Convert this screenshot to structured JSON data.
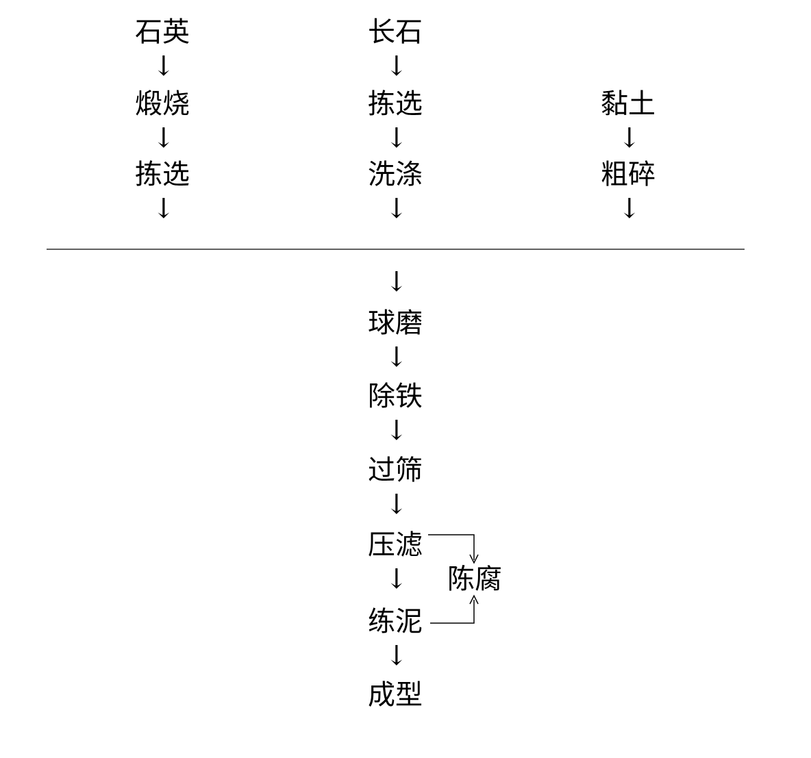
{
  "columns": {
    "quartz": {
      "steps": [
        "石英",
        "煅烧",
        "拣选"
      ]
    },
    "feldspar": {
      "steps": [
        "长石",
        "拣选",
        "洗涤"
      ]
    },
    "clay": {
      "steps": [
        "黏土",
        "粗碎"
      ]
    }
  },
  "main_process": {
    "steps": [
      "球磨",
      "除铁",
      "过筛",
      "压滤",
      "练泥",
      "成型"
    ]
  },
  "side_process": {
    "label": "陈腐"
  },
  "arrow_glyph": "↓",
  "colors": {
    "ink": "#000000",
    "background": "#ffffff"
  }
}
